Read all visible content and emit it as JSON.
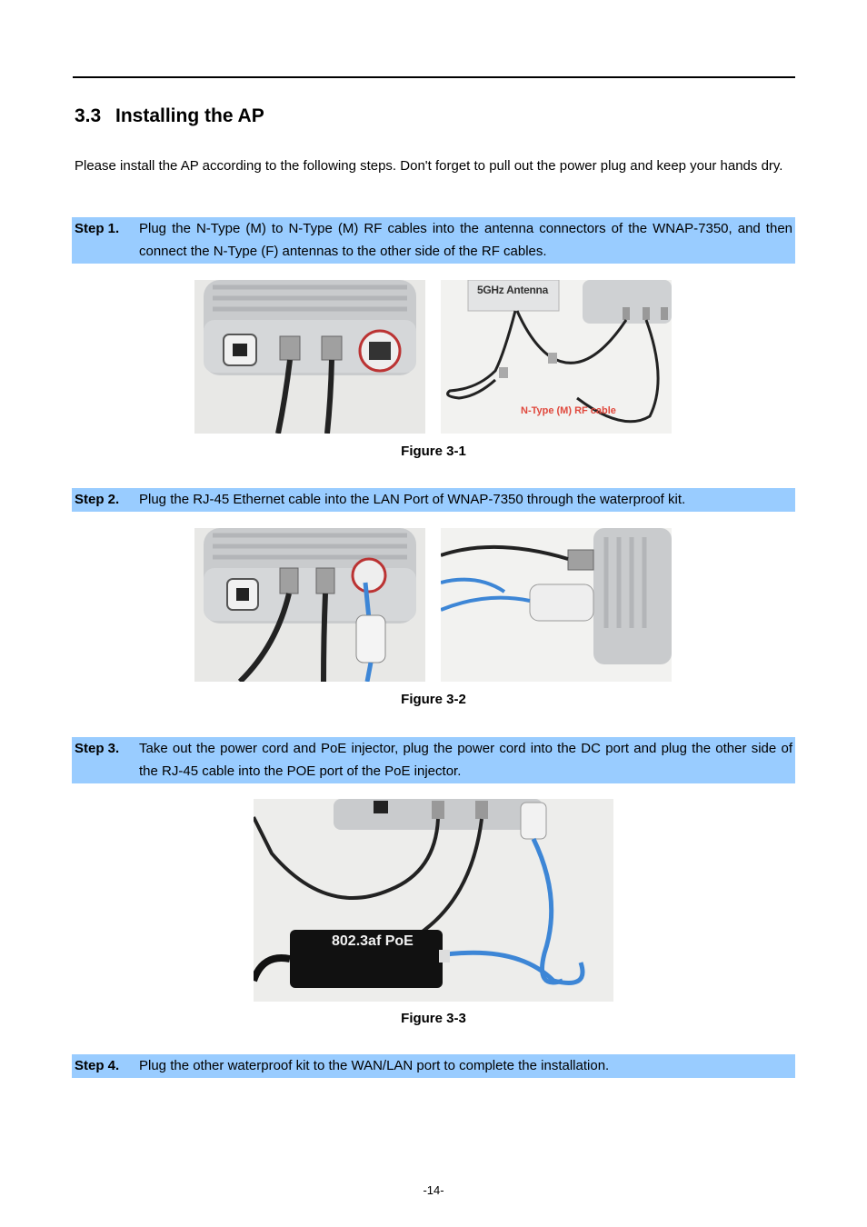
{
  "section": {
    "number": "3.3",
    "title": "Installing the AP"
  },
  "intro": "Please install the AP according to the following steps. Don't forget to pull out the power plug and keep your hands dry.",
  "steps": [
    {
      "label": "Step 1.",
      "text": "Plug the N-Type (M) to N-Type (M) RF cables into the antenna connectors of the WNAP-7350, and then connect the N-Type (F) antennas to the other side of the RF cables."
    },
    {
      "label": "Step 2.",
      "text": "Plug the RJ-45 Ethernet cable into the LAN Port of WNAP-7350 through the waterproof kit."
    },
    {
      "label": "Step 3.",
      "text": "Take out the power cord and PoE injector, plug the power cord into the DC port and plug the other side of the RJ-45 cable into the POE port of the PoE injector."
    },
    {
      "label": "Step 4.",
      "text": "Plug the other waterproof kit to the WAN/LAN port to complete the installation."
    }
  ],
  "figures": {
    "fig1": {
      "caption": "Figure 3-1",
      "antenna_label": "5GHz Antenna",
      "cable_label": "N-Type (M) RF cable"
    },
    "fig2": {
      "caption": "Figure 3-2"
    },
    "fig3": {
      "caption": "Figure 3-3",
      "injector_label": "802.3af PoE"
    }
  },
  "colors": {
    "step_highlight": "#99ccff",
    "cable_label": "#e0483c",
    "ethernet_cable": "#3d86d6"
  },
  "page_number": "-14-"
}
